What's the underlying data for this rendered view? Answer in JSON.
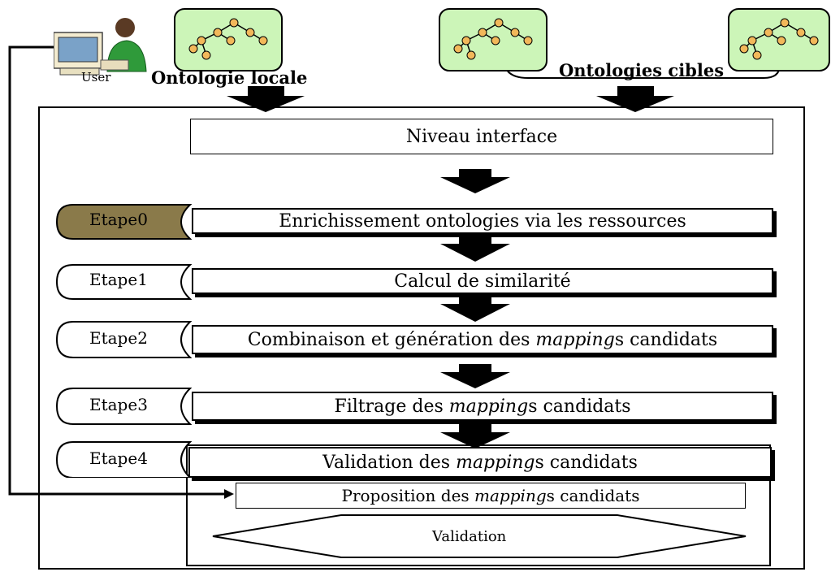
{
  "top": {
    "user_label": "User",
    "source_label": "Ontologie locale",
    "targets_label": "Ontologies cibles"
  },
  "interface": {
    "label": "Niveau interface"
  },
  "steps": [
    {
      "tab": "Etape0",
      "text": "Enrichissement ontologies via les ressources"
    },
    {
      "tab": "Etape1",
      "text": "Calcul de similarité"
    },
    {
      "tab": "Etape2",
      "pre": "Combinaison et génération des ",
      "em": "mapping",
      "post": "s candidats"
    },
    {
      "tab": "Etape3",
      "pre": "Filtrage des ",
      "em": "mapping",
      "post": "s candidats"
    },
    {
      "tab": "Etape4",
      "pre": "Validation des ",
      "em": "mapping",
      "post": "s candidats"
    }
  ],
  "validation": {
    "proposal_pre": "Proposition des ",
    "proposal_em": "mapping",
    "proposal_post": "s candidats",
    "decision": "Validation"
  },
  "colors": {
    "active_tab": "#8a7a4a",
    "tree_fill": "#ccf5b8",
    "node_fill": "#f2b85a"
  }
}
